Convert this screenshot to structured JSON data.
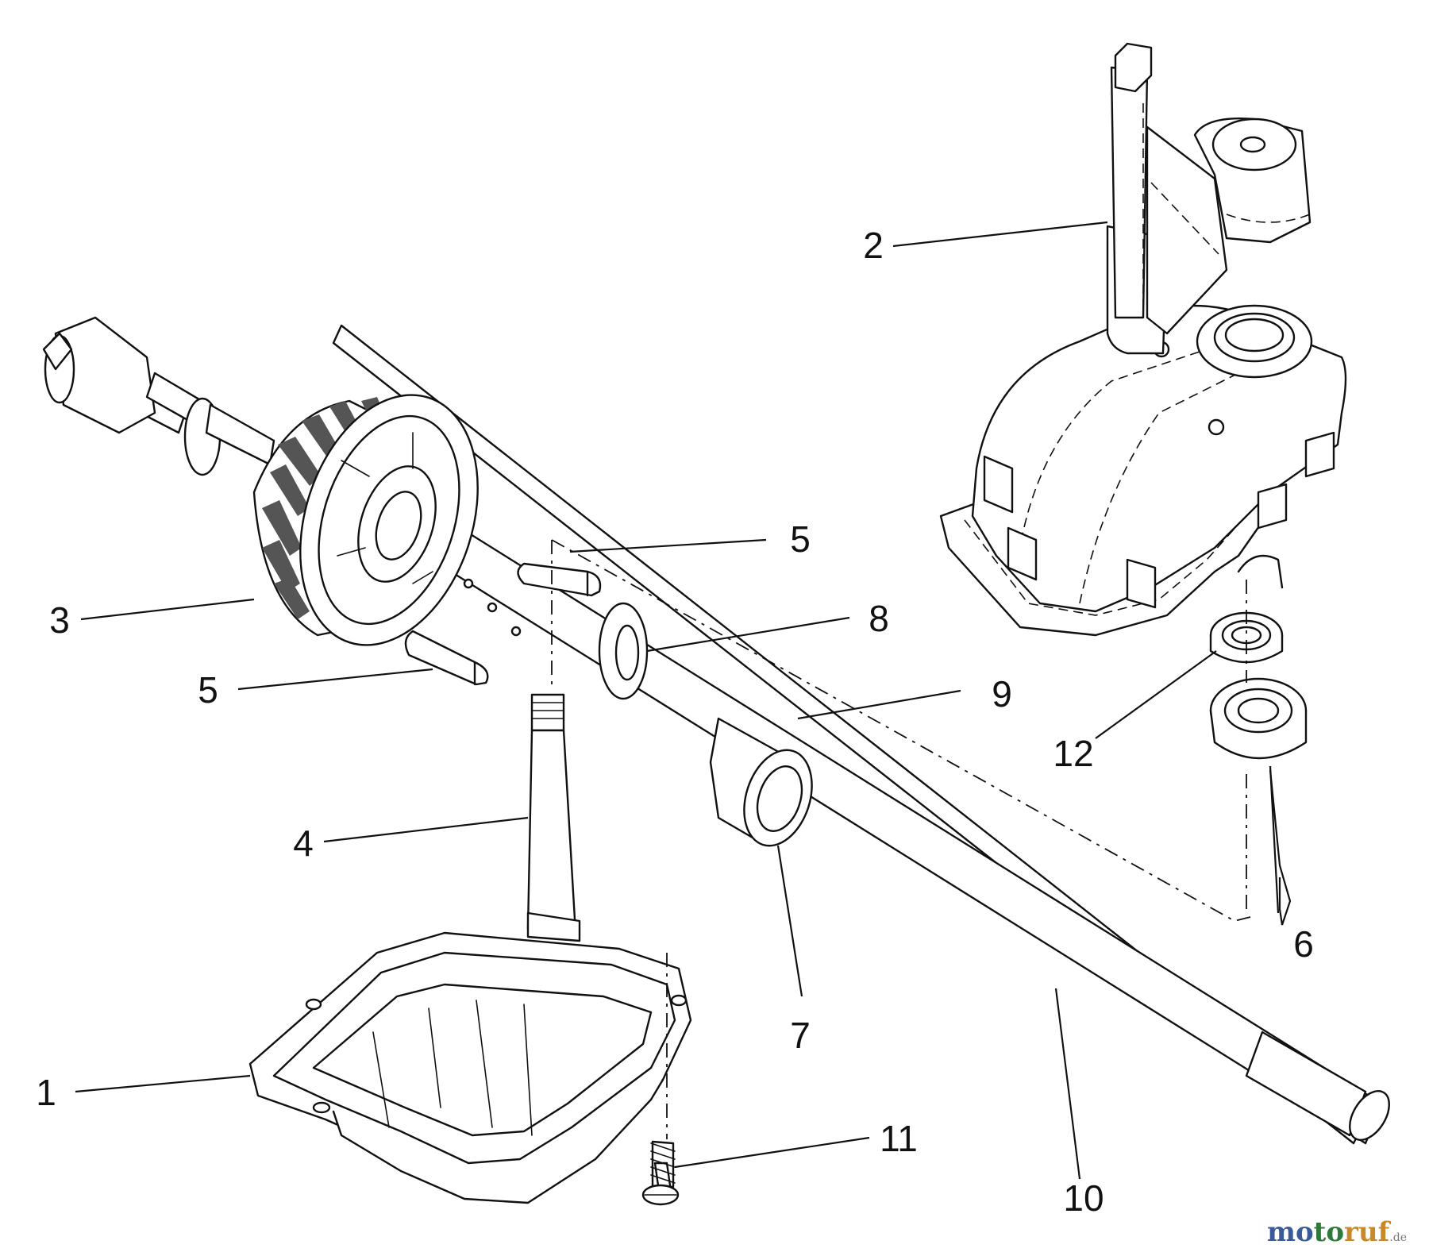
{
  "diagram": {
    "callouts": [
      {
        "id": "c1",
        "label": "1"
      },
      {
        "id": "c2",
        "label": "2"
      },
      {
        "id": "c3",
        "label": "3"
      },
      {
        "id": "c4",
        "label": "4"
      },
      {
        "id": "c5a",
        "label": "5"
      },
      {
        "id": "c5b",
        "label": "5"
      },
      {
        "id": "c6",
        "label": "6"
      },
      {
        "id": "c7",
        "label": "7"
      },
      {
        "id": "c8",
        "label": "8"
      },
      {
        "id": "c9",
        "label": "9"
      },
      {
        "id": "c10",
        "label": "10"
      },
      {
        "id": "c11",
        "label": "11"
      },
      {
        "id": "c12",
        "label": "12"
      }
    ]
  },
  "watermark": {
    "part1": "mo",
    "part2": "to",
    "part3": "ruf",
    "suffix": ".de",
    "colors": {
      "part1": "#3a5a9a",
      "part2": "#2d7a3a",
      "part3": "#c8892a"
    }
  }
}
